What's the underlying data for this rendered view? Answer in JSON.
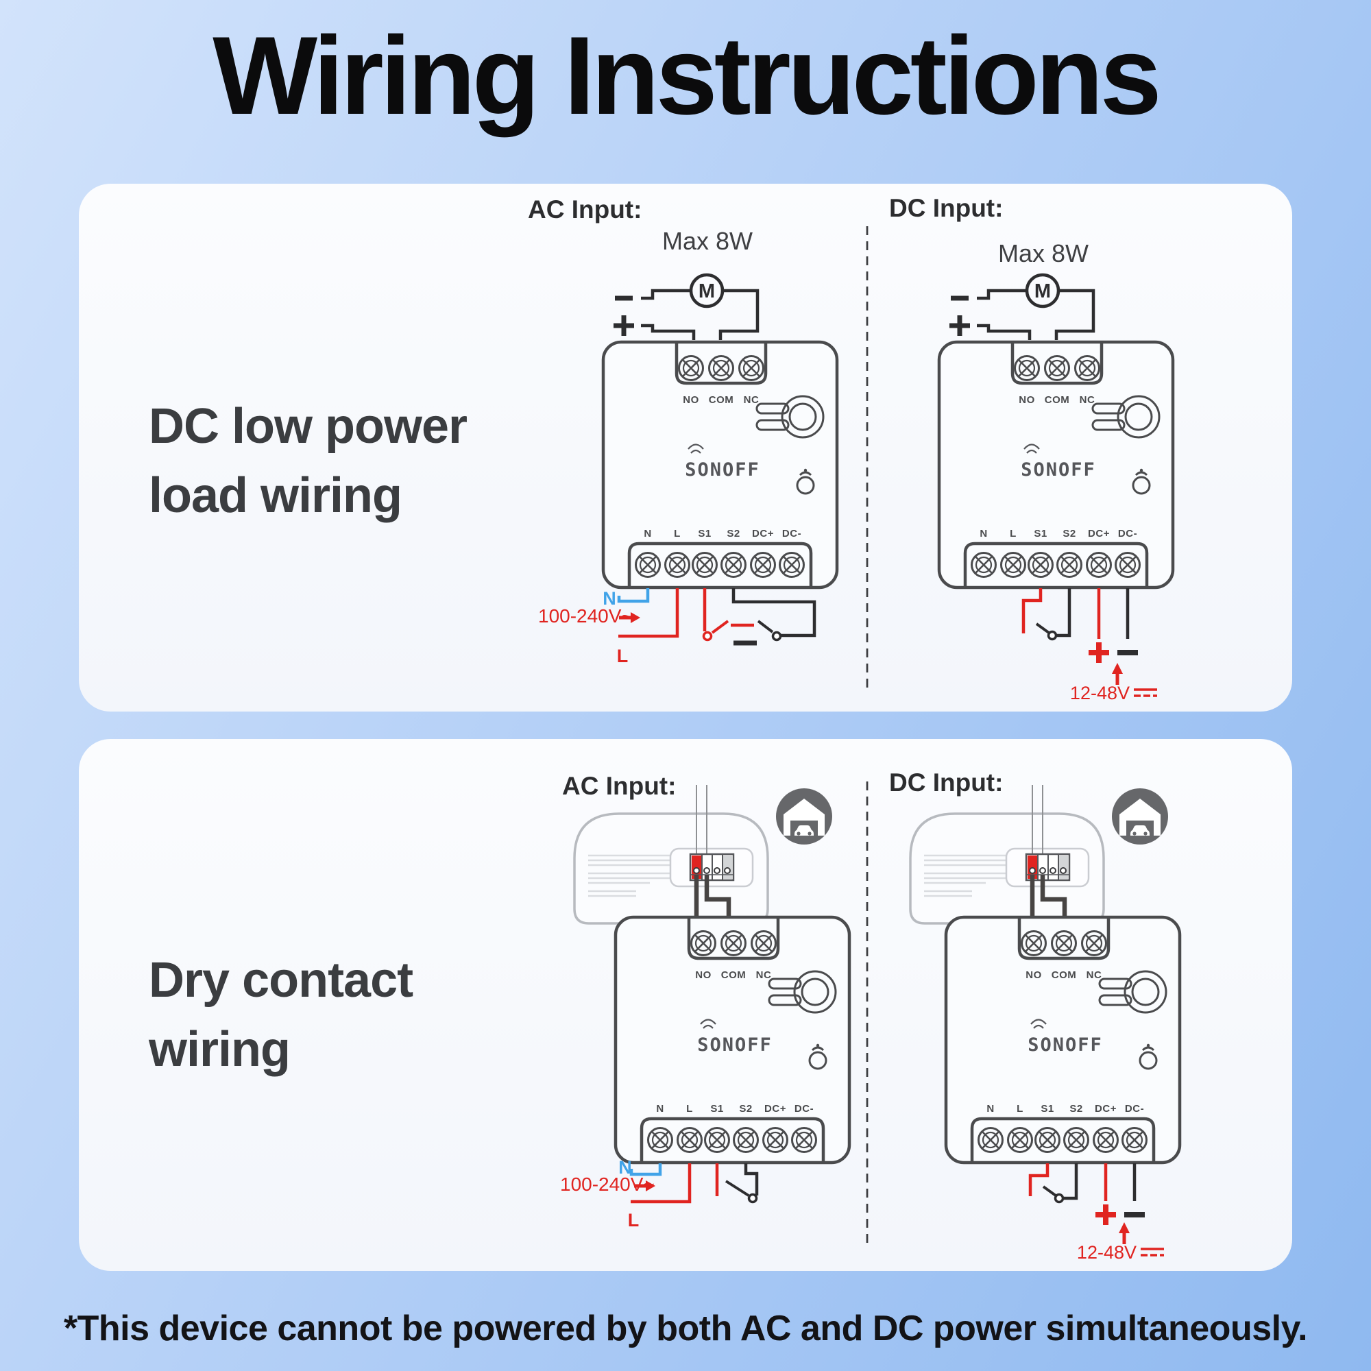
{
  "title": "Wiring Instructions",
  "footnote": "*This device cannot be powered by both AC and DC power simultaneously.",
  "sections": [
    {
      "heading_line1": "DC low power",
      "heading_line2": "load wiring",
      "ac": {
        "label": "AC Input:",
        "max_power": "Max 8W",
        "source_voltage": "100-240V~",
        "neutral": "N",
        "live": "L"
      },
      "dc": {
        "label": "DC Input:",
        "max_power": "Max 8W",
        "source_voltage": "12-48V"
      }
    },
    {
      "heading_line1": "Dry contact",
      "heading_line2": "wiring",
      "ac": {
        "label": "AC Input:",
        "source_voltage": "100-240V~",
        "neutral": "N",
        "live": "L"
      },
      "dc": {
        "label": "DC Input:",
        "source_voltage": "12-48V"
      }
    }
  ],
  "device": {
    "brand": "SONOFF",
    "motor_label": "M",
    "top_terminals": [
      "NO",
      "COM",
      "NC"
    ],
    "bottom_terminals": [
      "N",
      "L",
      "S1",
      "S2",
      "DC+",
      "DC-"
    ]
  },
  "icons": {
    "garage": "garage-icon",
    "wifi_button": "wifi-button-icon",
    "reset_keyhole": "reset-keyhole-icon",
    "plus": "plus-symbol",
    "minus": "minus-symbol",
    "dc_voltage": "dc-voltage-symbol",
    "arrow_right": "arrow-right-icon",
    "arrow_up": "arrow-up-icon"
  },
  "colors": {
    "accent_red": "#e02420",
    "wire_blue": "#41a3e8",
    "wire_dark": "#2d2d2f",
    "device_stroke": "#4a4b4d",
    "panel_bg": "#f8fafd",
    "page_gradient_start": "#d2e3fb",
    "page_gradient_end": "#8fb9f0",
    "housing_gray": "#b7babf",
    "garage_icon_gray": "#66676a"
  }
}
